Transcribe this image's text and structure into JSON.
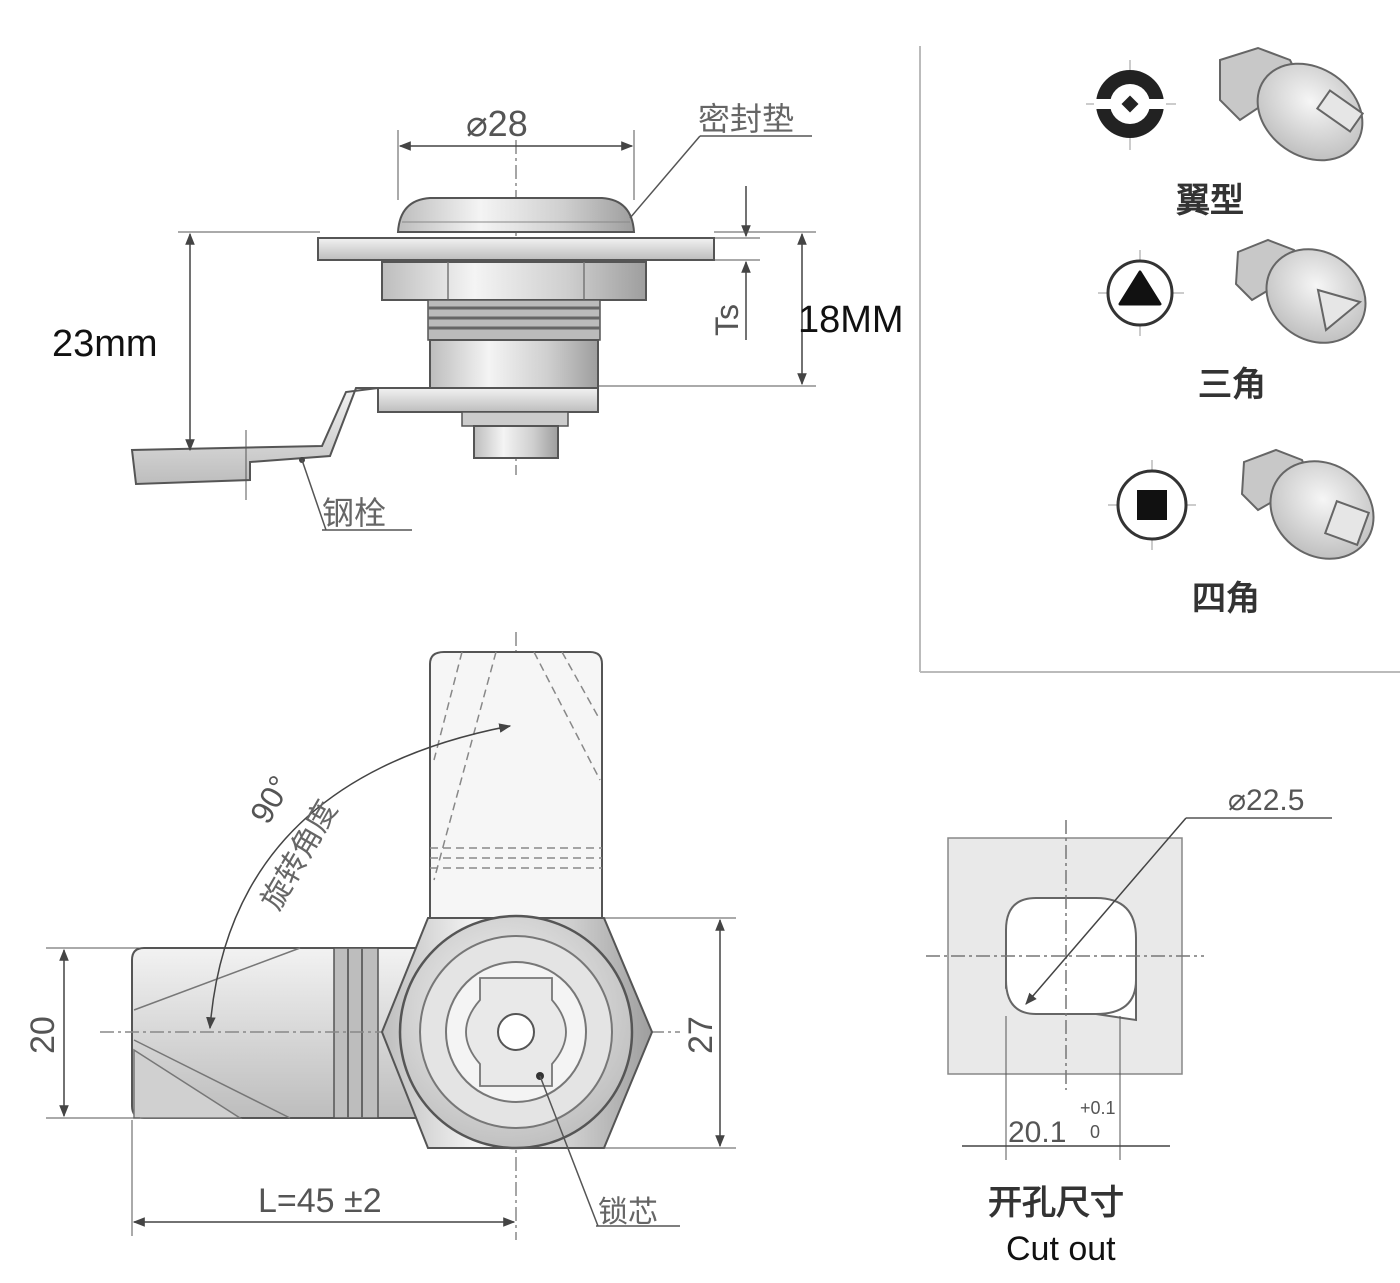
{
  "side_view": {
    "diameter_label": "⌀28",
    "gasket_label": "密封垫",
    "ts_label": "Ts",
    "height_label": "18MM",
    "bolt_height_label": "23mm",
    "bolt_label": "钢栓"
  },
  "key_types": [
    {
      "label": "翼型",
      "shape": "wing"
    },
    {
      "label": "三角",
      "shape": "triangle"
    },
    {
      "label": "四角",
      "shape": "square"
    }
  ],
  "front_view": {
    "angle_label": "90°",
    "rotation_label": "旋转角度",
    "width_label": "20",
    "hex_label": "27",
    "length_label": "L=45 ±2",
    "core_label": "锁芯"
  },
  "cutout": {
    "diameter_label": "⌀22.5",
    "flat_label": "20.1",
    "tol_upper": "+0.1",
    "tol_lower": "0",
    "title_cn": "开孔尺寸",
    "title_en": "Cut out"
  }
}
